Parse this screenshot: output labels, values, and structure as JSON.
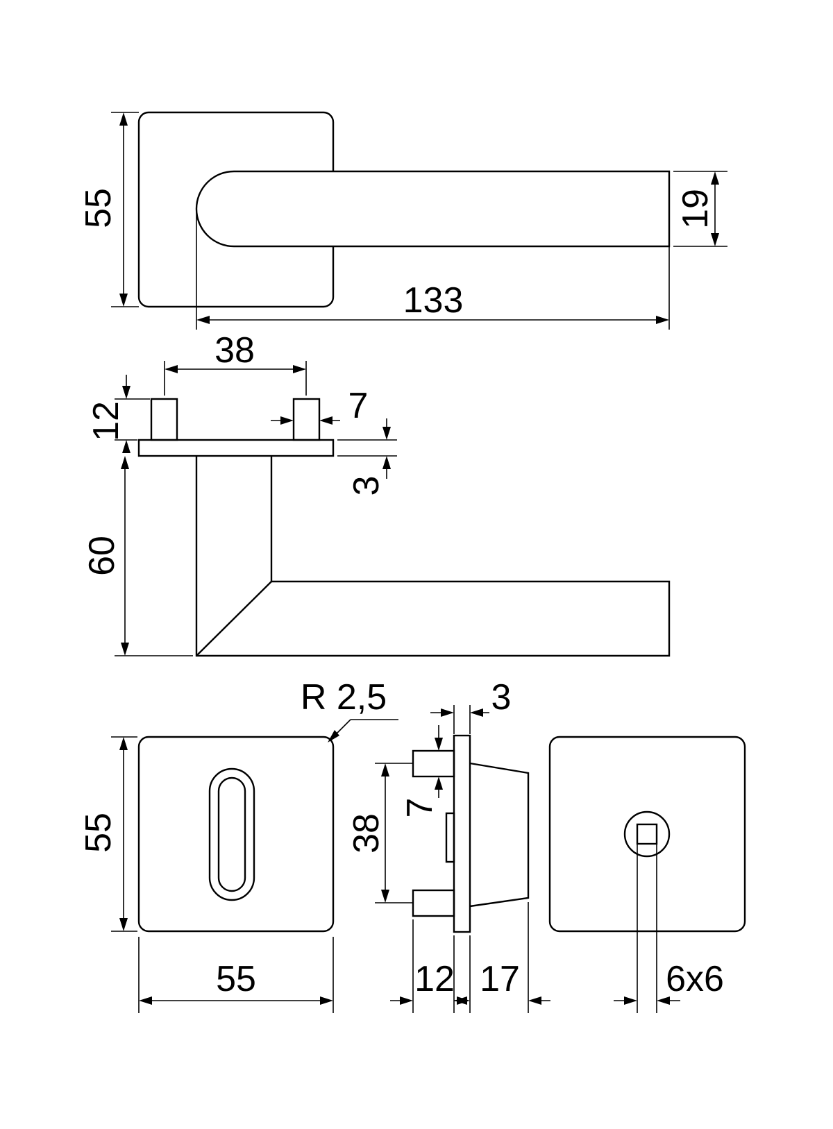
{
  "dimensions": {
    "rose_height": "55",
    "handle_length": "133",
    "handle_grip_height": "19",
    "pin_spacing": "38",
    "pin_length": "12",
    "pin_width": "7",
    "rose_thickness": "3",
    "handle_projection": "60",
    "corner_radius": "R 2,5",
    "escutcheon_height": "55",
    "escutcheon_width": "55",
    "side_plate_thickness": "3",
    "side_pin_width": "7",
    "side_pin_spacing": "38",
    "side_pin_length": "12",
    "side_body_depth": "17",
    "spindle_square": "6x6"
  }
}
